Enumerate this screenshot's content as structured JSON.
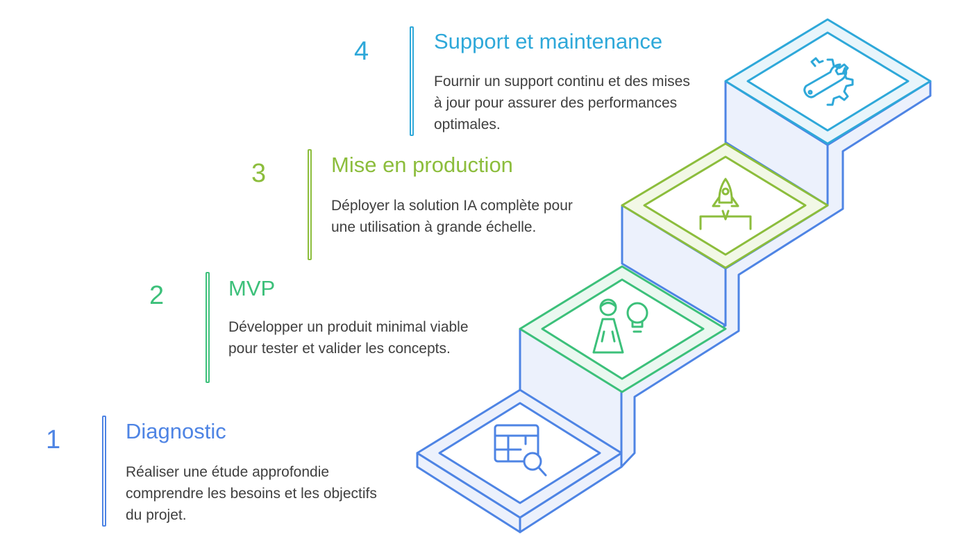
{
  "colors": {
    "step1": "#4e84e4",
    "step2": "#3cc07a",
    "step3": "#8cbd3c",
    "step4": "#2ea8d9",
    "side_fill": "#ecf1fc",
    "side_stroke": "#4e84e4"
  },
  "steps": [
    {
      "number": "1",
      "title": "Diagnostic",
      "description": "Réaliser une étude approfondie comprendre les besoins et les objectifs du projet.",
      "icon": "table-search-icon"
    },
    {
      "number": "2",
      "title": "MVP",
      "description": "Développer un produit minimal viable pour tester et valider les concepts.",
      "icon": "person-lightbulb-icon"
    },
    {
      "number": "3",
      "title": "Mise en production",
      "description": "Déployer la solution IA complète pour une utilisation à grande échelle.",
      "icon": "rocket-launch-icon"
    },
    {
      "number": "4",
      "title": "Support et maintenance",
      "description": "Fournir un support continu et des mises à jour pour assurer des performances optimales.",
      "icon": "gear-wrench-icon"
    }
  ]
}
